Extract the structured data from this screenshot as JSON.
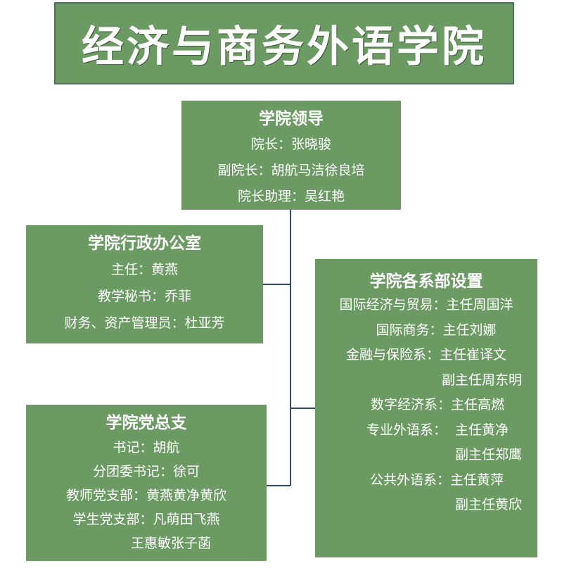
{
  "header": {
    "title": "经济与商务外语学院"
  },
  "leadership": {
    "title": "学院领导",
    "lines": [
      "院长：张晓骏",
      "副院长：胡航马洁徐良培",
      "院长助理：吴红艳"
    ]
  },
  "admin": {
    "title": "学院行政办公室",
    "lines": [
      "主任：黄燕",
      "教学秘书：乔菲",
      "财务、资产管理员：杜亚芳"
    ]
  },
  "party": {
    "title": "学院党总支",
    "lines": [
      "书记：胡航",
      "分团委书记：徐可",
      "教师党支部：黄燕黄净黄欣",
      "学生党支部：凡萌田飞燕",
      "王惠敏张子菡"
    ]
  },
  "depts": {
    "title": "学院各系部设置",
    "lines": [
      "国际经济与贸易：主任周国洋",
      "国际商务：主任刘娜",
      "金融与保险系：主任崔译文",
      "副主任周东明",
      "数字经济系：主任高燃",
      "专业外语系：  主任黄净",
      "副主任郑鹰",
      "公共外语系：主任黄萍",
      "副主任黄欣"
    ]
  },
  "colors": {
    "box_fill": "#6b9a63",
    "connector": "#2e4a7d",
    "text": "#ffffff"
  }
}
